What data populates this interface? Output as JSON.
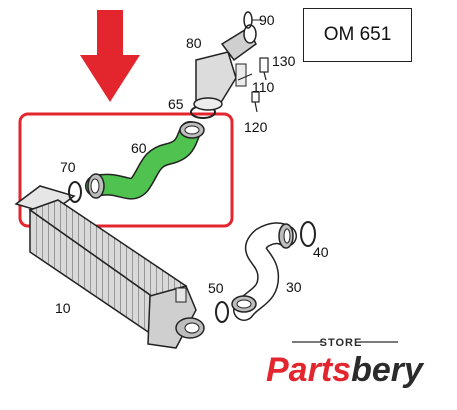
{
  "model_code": "OM 651",
  "part_labels": {
    "p10": "10",
    "p30": "30",
    "p40": "40",
    "p50": "50",
    "p60": "60",
    "p65": "65",
    "p70": "70",
    "p80": "80",
    "p90": "90",
    "p110": "110",
    "p120": "120",
    "p130": "130"
  },
  "brand": {
    "store_label": "STORE",
    "name_part1": "Parts",
    "name_part2": "bery",
    "color_red": "#e3262d",
    "color_dark": "#2b2b2b"
  },
  "colors": {
    "highlight_box": "#e3262d",
    "arrow": "#e3262d",
    "hose_highlight": "#4fc24f",
    "line": "#222222"
  }
}
